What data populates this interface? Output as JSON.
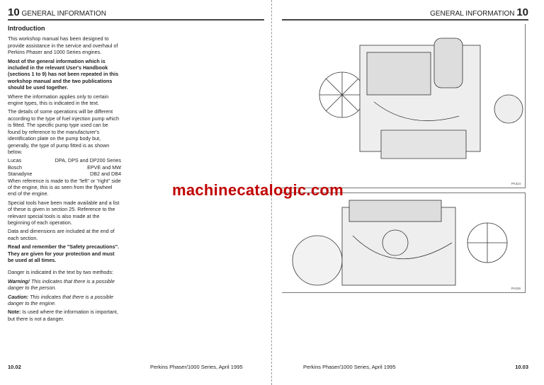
{
  "left_page": {
    "header_num": "10",
    "header_title": "GENERAL INFORMATION",
    "heading": "Introduction",
    "p1": "This workshop manual has been designed to provide assistance in the service and overhaul of Perkins Phaser and 1000 Series engines.",
    "p2": "Most of the general information which is included in the relevant User's Handbook (sections 1 to 9) has not been repeated in this workshop manual and the two publications should be used together.",
    "p3": "Where the information applies only to certain engine types, this is indicated in the text.",
    "p4": "The details of some operations will be different according to the type of fuel injection pump which is fitted. The specific pump type used can be found by reference to the manufacturer's identification plate on the pump body but, generally, the type of pump fitted is as shown below.",
    "pumps": [
      {
        "make": "Lucas",
        "type": "DPA, DPS and DP200 Series"
      },
      {
        "make": "Bosch",
        "type": "EPVE and MW"
      },
      {
        "make": "Stanadyne",
        "type": "DB2 and DB4"
      }
    ],
    "p5": "When reference is made to the \"left\" or \"right\" side of the engine, this is as seen from the flywheel end of the engine.",
    "p6": "Special tools have been made available and a list of these is given in section 25. Reference to the relevant special tools is also made at the beginning of each operation.",
    "p7": "Data and dimensions are included at the end of each section.",
    "p8": "Read and remember the \"Safety precautions\". They are given for your protection and must be used at all times.",
    "p9": "Danger is indicated in the text by two methods:",
    "warning_label": "Warning!",
    "warning_text": " This indicates that there is a possible danger to the person.",
    "caution_label": "Caution:",
    "caution_text": " This indicates that there is a possible danger to the engine.",
    "note_label": "Note:",
    "note_text": " Is used where the information is important, but there is not a danger.",
    "page_num": "10.02",
    "footer": "Perkins Phaser/1000 Series, April 1995"
  },
  "right_page": {
    "header_title": "GENERAL INFORMATION",
    "header_num": "10",
    "fig1_label": "PA314",
    "fig2_label": "PA315",
    "page_num": "10.03",
    "footer": "Perkins Phaser/1000 Series, April 1995"
  },
  "watermark": "machinecatalogic.com"
}
